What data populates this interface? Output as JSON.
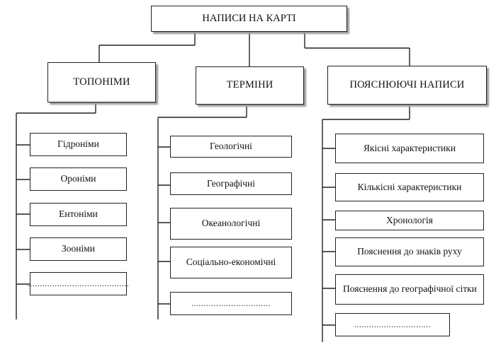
{
  "root": {
    "label": "НАПИСИ НА КАРТІ"
  },
  "groups": [
    {
      "label": "ТОПОНІМИ",
      "items": [
        "Гідроніми",
        "Ороніми",
        "Ентоніми",
        "Зооніми",
        "........................................."
      ]
    },
    {
      "label": "ТЕРМІНИ",
      "items": [
        "Геологічні",
        "Географічні",
        "Океанологічні",
        "Соціально-економічні",
        "................................"
      ]
    },
    {
      "label": "ПОЯСНЮЮЧІ НАПИСИ",
      "items": [
        "Якісні характеристики",
        "Кількісні характеристики",
        "Хронологія",
        "Пояснення до знаків руху",
        "Пояснення до географічної сітки",
        "..............................."
      ]
    }
  ]
}
